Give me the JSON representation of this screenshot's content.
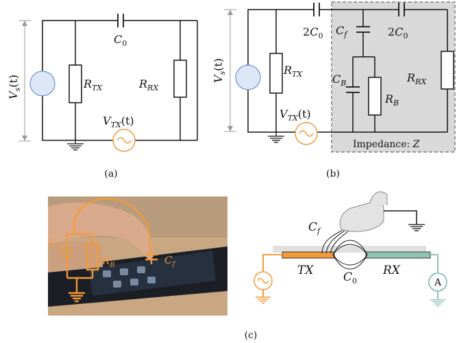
{
  "panel_a": {
    "caption": "(a)",
    "vs": "V",
    "vs_sub": "s",
    "vs_arg": "(t)",
    "c0": "C",
    "c0_sub": "0",
    "rtx": "R",
    "rtx_sub": "TX",
    "rrx": "R",
    "rrx_sub": "RX",
    "vtx": "V",
    "vtx_sub": "TX",
    "vtx_arg": "(t)"
  },
  "panel_b": {
    "caption": "(b)",
    "vs": "V",
    "vs_sub": "s",
    "vs_arg": "(t)",
    "c0_left_coef": "2",
    "c0_left": "C",
    "c0_left_sub": "0",
    "c0_right_coef": "2",
    "c0_right": "C",
    "c0_right_sub": "0",
    "cf": "C",
    "cf_sub": "f",
    "cb": "C",
    "cb_sub": "B",
    "rb": "R",
    "rb_sub": "B",
    "rtx": "R",
    "rtx_sub": "TX",
    "rrx": "R",
    "rrx_sub": "RX",
    "vtx": "V",
    "vtx_sub": "TX",
    "vtx_arg": "(t)",
    "impedance_label": "Impedance: ",
    "impedance_symbol": "Z"
  },
  "panel_c": {
    "caption": "(c)",
    "cb": "C",
    "cb_sub": "B",
    "rb": "R",
    "rb_sub": "B",
    "cf_photo": "C",
    "cf_photo_sub": "f",
    "cf": "C",
    "cf_sub": "f",
    "tx": "TX",
    "rx": "RX",
    "c0": "C",
    "c0_sub": "0",
    "ammeter": "A"
  },
  "colors": {
    "orange": "#f29a3a",
    "teal": "#6fb3a5",
    "shade": "#d9d9d9",
    "source_blue": "#dce8f7"
  }
}
